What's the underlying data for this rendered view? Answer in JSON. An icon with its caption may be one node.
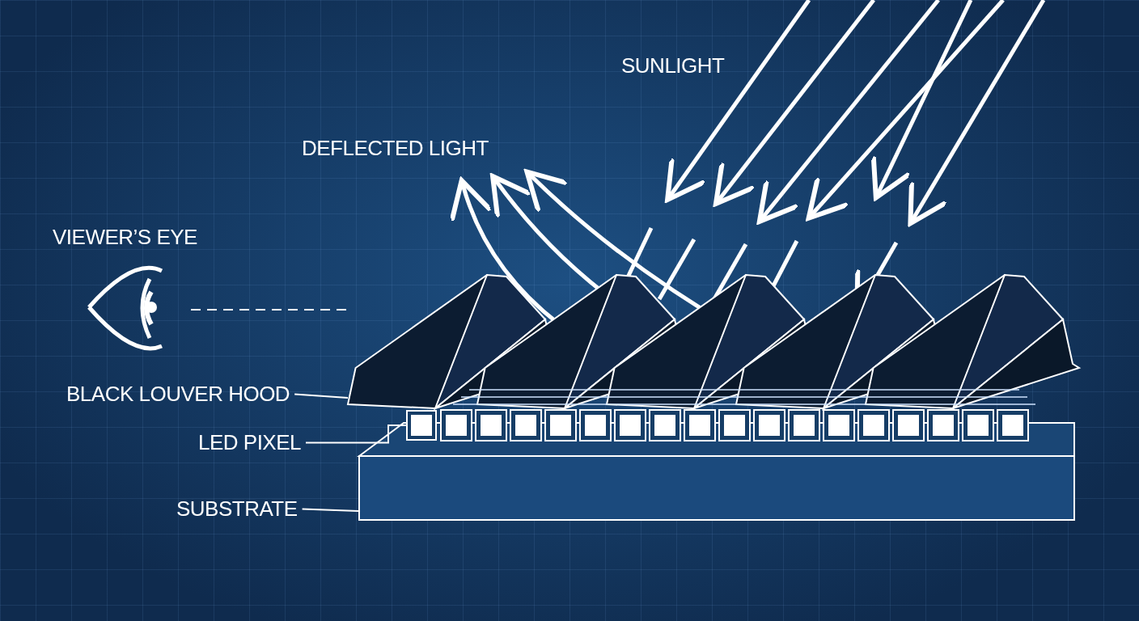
{
  "diagram": {
    "nodes": [
      {
        "text": [
          "BLACK LOUVER HOOD"
        ]
      },
      {
        "text": [],
        "shape": "picture"
      },
      {
        "text": [
          "LED PIXEL"
        ]
      },
      {
        "text": [],
        "shape": "box"
      },
      {
        "text": [
          "SUBSTRATE"
        ]
      },
      {
        "text": [],
        "shape": "box"
      },
      {
        "text": [
          "VIEWER’S EYE"
        ]
      }
    ],
    "edges": [
      {
        "from": 0,
        "to": 1,
        "arrow": "none"
      },
      {
        "from": 2,
        "to": 3,
        "arrow": "none"
      },
      {
        "from": 4,
        "to": 5,
        "arrow": "none"
      },
      {
        "from": 6,
        "to": 1,
        "arrow": "none",
        "style": "dashed"
      }
    ],
    "labels": [
      "SUNLIGHT",
      "DEFLECTED LIGHT"
    ]
  }
}
